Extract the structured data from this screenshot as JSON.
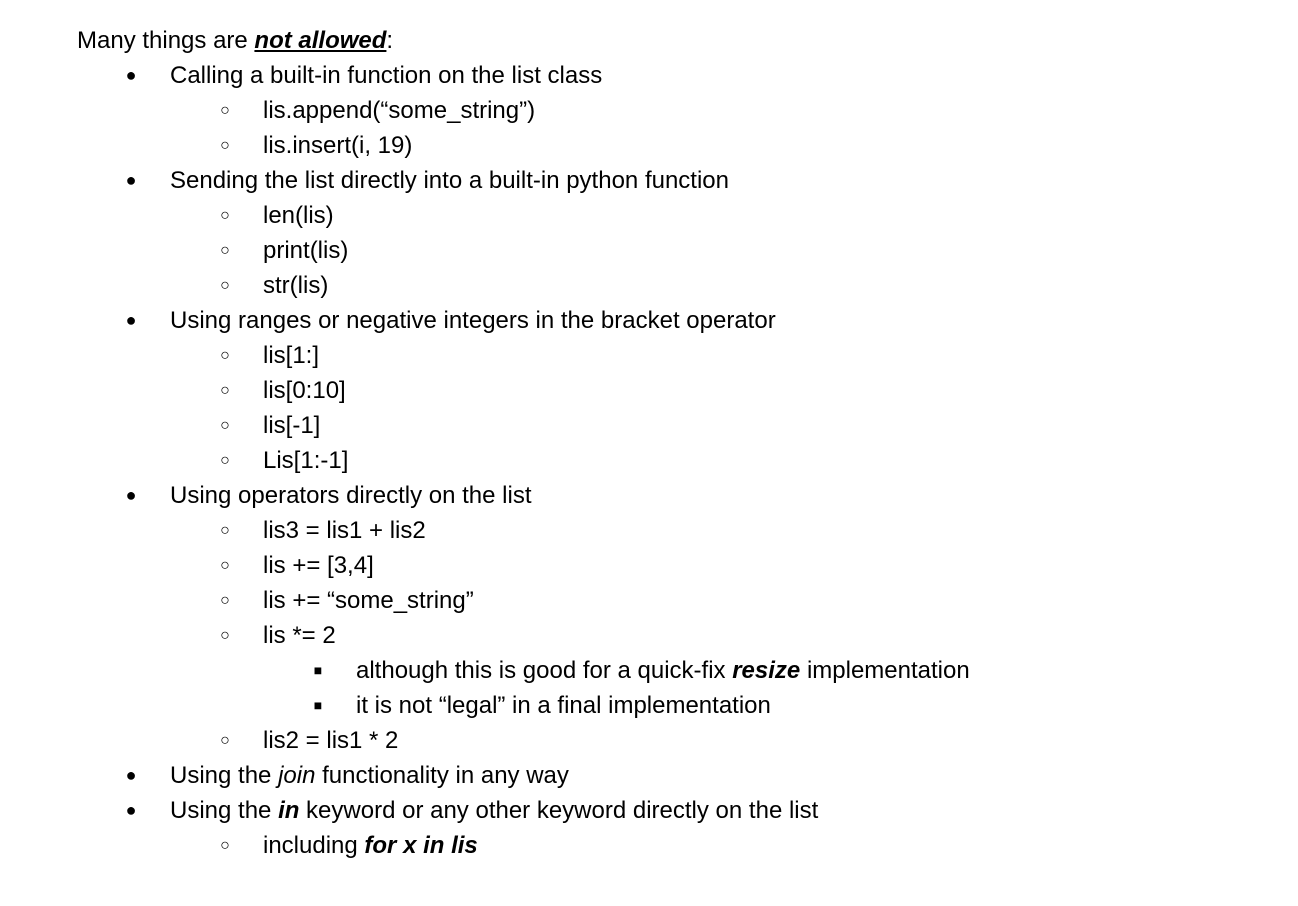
{
  "heading": {
    "prefix": "Many things are ",
    "emphasis": "not allowed",
    "suffix": ":"
  },
  "bullets": {
    "disc": "●",
    "circle": "○",
    "square": "■"
  },
  "items": {
    "builtin": {
      "label": "Calling a built-in function on the list class",
      "sub": [
        "lis.append(“some_string”)",
        "lis.insert(i, 19)"
      ]
    },
    "python_fn": {
      "label": "Sending the list directly into a built-in python function",
      "sub": [
        "len(lis)",
        "print(lis)",
        "str(lis)"
      ]
    },
    "ranges": {
      "label": "Using ranges or negative integers in the bracket operator",
      "sub": [
        "lis[1:]",
        "lis[0:10]",
        "lis[-1]",
        "Lis[1:-1]"
      ]
    },
    "operators": {
      "label": "Using operators directly on the list",
      "sub": [
        "lis3 = lis1 + lis2",
        "lis += [3,4]",
        "lis += “some_string”",
        "lis *= 2"
      ],
      "nested": {
        "resize_prefix": "although this is good for a quick-fix ",
        "resize_emphasis": "resize",
        "resize_suffix": " implementation",
        "legal": "it is not “legal” in a final implementation"
      },
      "last_sub": "lis2 = lis1 * 2"
    },
    "join": {
      "prefix": "Using the ",
      "emphasis": "join",
      "suffix": " functionality in any way"
    },
    "in_keyword": {
      "prefix": "Using the ",
      "emphasis": "in",
      "suffix": " keyword or any other keyword directly on the list",
      "sub_prefix": "including ",
      "sub_emphasis": "for x in lis"
    }
  }
}
